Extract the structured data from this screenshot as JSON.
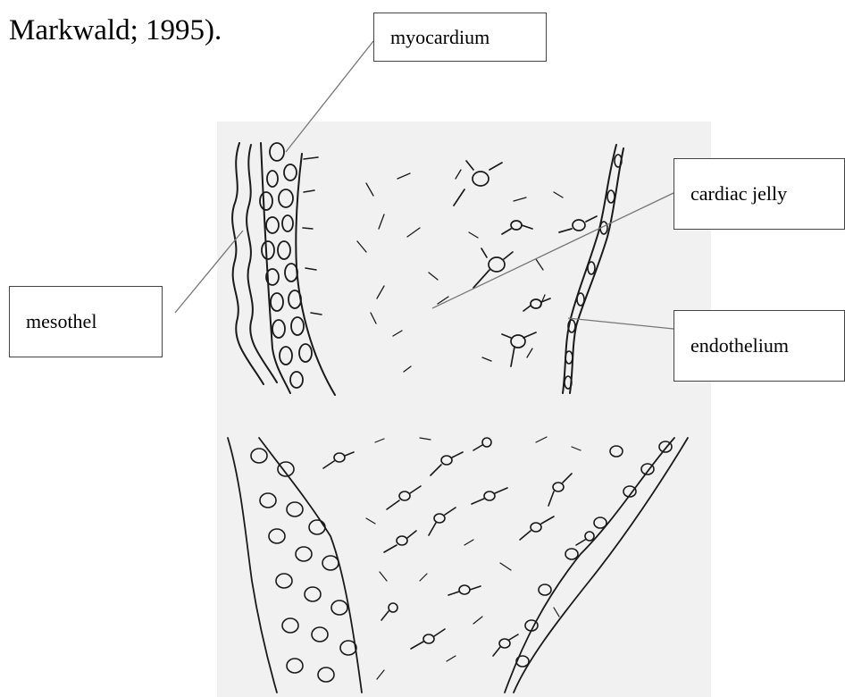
{
  "citation": "Markwald; 1995).",
  "labels": {
    "myocardium": "myocardium",
    "cardiac_jelly": "cardiac jelly",
    "mesothel": "mesothel",
    "endothelium": "endothelium"
  },
  "colors": {
    "paper": "#f1f1f1",
    "ink": "#1a1a1a",
    "leader": "#777777"
  }
}
